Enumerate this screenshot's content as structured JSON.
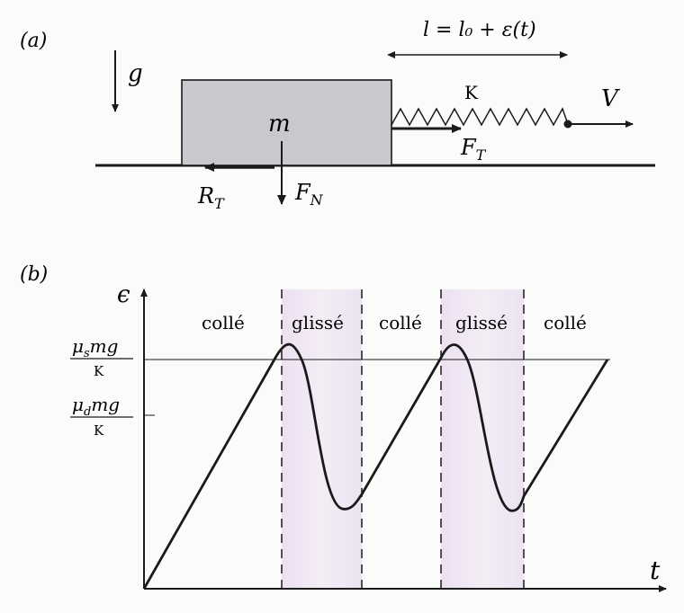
{
  "panel_a": {
    "label": "(a)",
    "gravity": "g",
    "length_eq": "l = l₀ + ε(t)",
    "spring_const": "K",
    "velocity": "V",
    "mass": "m",
    "spring_force": "F",
    "spring_force_sub": "T",
    "friction_force": "R",
    "friction_force_sub": "T",
    "normal_force": "F",
    "normal_force_sub": "N"
  },
  "panel_b": {
    "label": "(b)",
    "y_axis": "ϵ",
    "x_axis": "t",
    "regions": [
      "collé",
      "glissé",
      "collé",
      "glissé",
      "collé"
    ],
    "tick_static_num": "μ",
    "tick_static_sub": "s",
    "tick_static_rest": "mg",
    "tick_dynamic_num": "μ",
    "tick_dynamic_sub": "d",
    "tick_dynamic_rest": "mg",
    "tick_den": "K"
  },
  "colors": {
    "block_fill": "#c9c8cc",
    "slide_band": "#e9dff0",
    "ink": "#1a1a1a"
  }
}
